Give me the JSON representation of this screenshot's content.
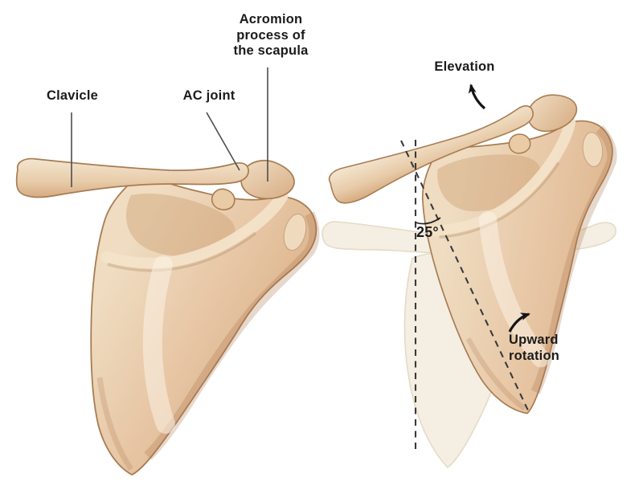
{
  "diagram": {
    "title_visible": false,
    "left_figure": {
      "description": "scapula and clavicle, posterior view, neutral position",
      "labels": {
        "clavicle": "Clavicle",
        "ac_joint": "AC joint",
        "acromion": "Acromion\nprocess of\nthe scapula"
      }
    },
    "right_figure": {
      "description": "scapula upwardly rotated with clavicle elevated; pale ghost shows neutral position",
      "labels": {
        "elevation": "Elevation",
        "angle": "25°",
        "upward_rotation": "Upward\nrotation"
      },
      "angle_degrees_shown": "25°"
    }
  },
  "colors": {
    "bone_light": "#f2e4cd",
    "bone_mid": "#e6c4a2",
    "bone_dark": "#d5a87c",
    "bone_outline": "#a87c52",
    "ghost_fill": "#f4eee3",
    "ghost_outline": "#e5dbc6",
    "text": "#1b1b1b",
    "leader_line": "#4d4d4d",
    "dashed_line": "#3a3a3a",
    "arrow": "#141414"
  }
}
